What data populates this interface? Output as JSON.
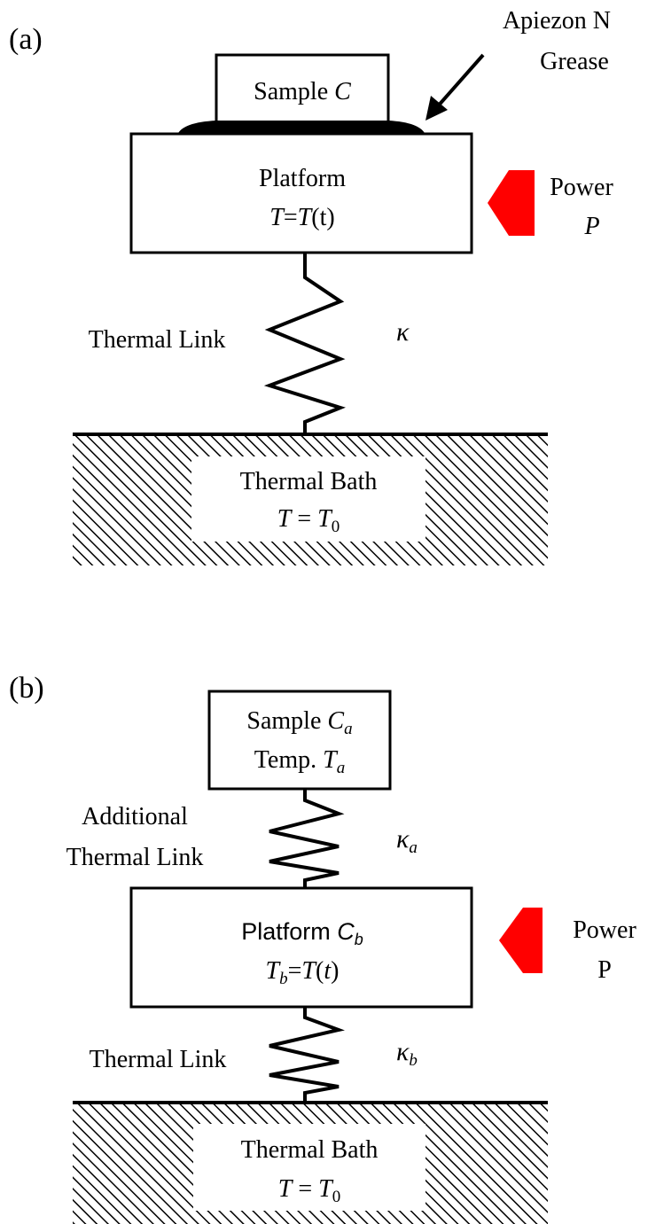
{
  "panel_a": {
    "label": "(a)",
    "grease": {
      "line1": "Apiezon N",
      "line2": "Grease"
    },
    "sample": {
      "word": "Sample",
      "symbol": "C"
    },
    "platform": {
      "name": "Platform",
      "eq_T1": "T",
      "eq_eq": "=",
      "eq_T2": "T",
      "eq_arg": "(t)"
    },
    "power": {
      "word": "Power",
      "symbol": "P"
    },
    "link": {
      "label": "Thermal Link",
      "symbol": "κ"
    },
    "bath": {
      "name": "Thermal Bath",
      "eq_T": "T",
      "eq_eq": " = ",
      "eq_T0": "T",
      "eq_sub": "0"
    }
  },
  "panel_b": {
    "label": "(b)",
    "sample": {
      "word": "Sample",
      "symbol": "C",
      "symbol_sub": "a",
      "temp_word": "Temp.",
      "temp_symbol": "T",
      "temp_sub": "a"
    },
    "additional_link": {
      "line1": "Additional",
      "line2": "Thermal Link",
      "symbol": "κ",
      "symbol_sub": "a"
    },
    "platform": {
      "name": "Platform",
      "symbol": "C",
      "symbol_sub": "b",
      "eq_T": "T",
      "eq_sub": "b",
      "eq_eq": "=",
      "eq_T2": "T",
      "eq_arg_open": "(",
      "eq_arg": "t",
      "eq_arg_close": ")"
    },
    "power": {
      "word": "Power",
      "symbol": "P"
    },
    "link": {
      "label": "Thermal Link",
      "symbol": "κ",
      "symbol_sub": "b"
    },
    "bath": {
      "name": "Thermal Bath",
      "eq_T": "T",
      "eq_eq": " = ",
      "eq_T0": "T",
      "eq_sub": "0"
    }
  },
  "colors": {
    "arrow": "#ff0000",
    "line": "#000000",
    "background": "#ffffff"
  }
}
